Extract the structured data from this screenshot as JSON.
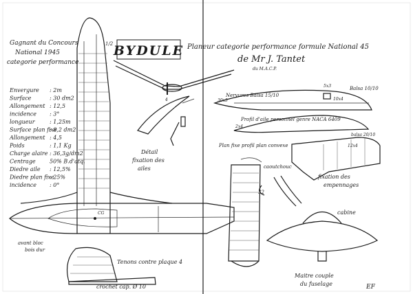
{
  "title": "BYDULE",
  "subtitle_line1": "Planeur categorie performance formule National 45",
  "subtitle_line2": "de Mr J. Tantet",
  "subtitle_line3": "du M.A.C.P.",
  "award": [
    "Gagnant du Concours",
    "National 1945",
    "categorie performance"
  ],
  "scale_mark": "1/2",
  "specs": [
    {
      "label": "Envergure",
      "value": ": 2m"
    },
    {
      "label": "Surface",
      "value": ": 30 dm2"
    },
    {
      "label": "Allongement",
      "value": ": 12,5"
    },
    {
      "label": "incidence",
      "value": ": 3°"
    },
    {
      "label": "longueur",
      "value": ": 1,25m"
    },
    {
      "label": "Surface plan fixe",
      "value": ": 8,2 dm2"
    },
    {
      "label": "Allongement",
      "value": ": 4,5"
    },
    {
      "label": "Poids",
      "value": ": 1,1 Kg"
    },
    {
      "label": "Charge alaire",
      "value": ": 36,3g/dm2"
    },
    {
      "label": "Centrage",
      "value": "50% B.d'atq."
    },
    {
      "label": "Diedre aile",
      "value": ": 12,5%"
    },
    {
      "label": "Diedre plan fixe",
      "value": ": 25%"
    },
    {
      "label": "incidence",
      "value": ": 0°"
    }
  ],
  "labels": {
    "nervures": "Nervures Balsa 15/10",
    "balsa_right": "Balsa 10/10",
    "dim_5x3": "5x3",
    "dim_10x4": "10x4",
    "dim_30x5": "30x5",
    "profil": "Profil d'aile personnel genre NACA 6409",
    "balsa_20": "balsa 20/10",
    "dim_2x4": "2x4",
    "dim_12x4": "12x4",
    "detail_fixation": [
      "Détail",
      "fixation des",
      "ailes"
    ],
    "plan_fixe": "Plan fixe profil plan convexe",
    "caoutchouc": "caoutchouc",
    "fixation_empennages": [
      "fixation des",
      "empennages"
    ],
    "dim_32": "32",
    "cabine": "cabine",
    "maitre_couple": [
      "Maitre couple",
      "du fuselage"
    ],
    "avant": [
      "avant bloc",
      "bois dur"
    ],
    "tenons": "Tenons contre plaque 4",
    "crochet": "crochet cap. Ø 10",
    "cg": "CG",
    "signature": "EF"
  }
}
